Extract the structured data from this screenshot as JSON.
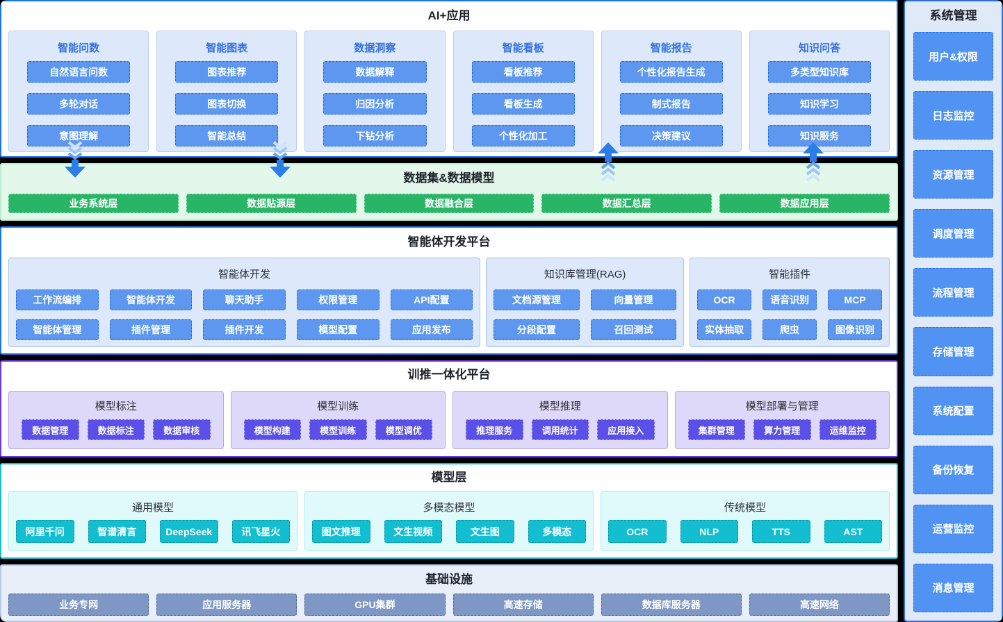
{
  "colors": {
    "accent_blue": "#1b74e8",
    "title_blue": "#3370e0",
    "blue_button": "#5d97f0",
    "blue_button_border": "#2c6cd9",
    "green_bg": "#e3f8eb",
    "green_border": "#b9ecd1",
    "green_button": "#29b566",
    "green_button_border": "#86e0b1",
    "purple_border": "#6a35ee",
    "purple_button": "#5a50e8",
    "purple_button_border": "#b7aff7",
    "teal_button": "#12bed0",
    "teal_button_border": "#0a93a6",
    "slate_button": "#7e97c4",
    "slate_button_border": "#44659c",
    "sidebar_button": "#5193f2",
    "sidebar_button_border": "#1f6fe0",
    "arrow_blue": "#2b7de9"
  },
  "icons": {
    "flow_down": "flow-arrow-down-icon",
    "flow_up": "flow-arrow-up-icon"
  },
  "sections": {
    "ai_apps": {
      "title": "AI+应用",
      "columns": [
        {
          "title": "智能问数",
          "items": [
            "自然语言问数",
            "多轮对话",
            "意图理解"
          ]
        },
        {
          "title": "智能图表",
          "items": [
            "图表推荐",
            "图表切换",
            "智能总结"
          ]
        },
        {
          "title": "数据洞察",
          "items": [
            "数据解释",
            "归因分析",
            "下钻分析"
          ]
        },
        {
          "title": "智能看板",
          "items": [
            "看板推荐",
            "看板生成",
            "个性化加工"
          ]
        },
        {
          "title": "智能报告",
          "items": [
            "个性化报告生成",
            "制式报告",
            "决策建议"
          ]
        },
        {
          "title": "知识问答",
          "items": [
            "多类型知识库",
            "知识学习",
            "知识服务"
          ]
        }
      ]
    },
    "data_layer": {
      "title": "数据集&数据模型",
      "items": [
        "业务系统层",
        "数据贴源层",
        "数据融合层",
        "数据汇总层",
        "数据应用层"
      ]
    },
    "agent_platform": {
      "title": "智能体开发平台",
      "groups": [
        {
          "title": "智能体开发",
          "rows": [
            [
              "工作流编排",
              "智能体开发",
              "聊天助手",
              "权限管理",
              "API配置"
            ],
            [
              "智能体管理",
              "插件管理",
              "插件开发",
              "模型配置",
              "应用发布"
            ]
          ]
        },
        {
          "title": "知识库管理(RAG)",
          "rows": [
            [
              "文档源管理",
              "向量管理"
            ],
            [
              "分段配置",
              "召回测试"
            ]
          ]
        },
        {
          "title": "智能插件",
          "rows": [
            [
              "OCR",
              "语音识别",
              "MCP"
            ],
            [
              "实体抽取",
              "爬虫",
              "图像识别"
            ]
          ]
        }
      ]
    },
    "training_platform": {
      "title": "训推一体化平台",
      "groups": [
        {
          "title": "模型标注",
          "items": [
            "数据管理",
            "数据标注",
            "数据审核"
          ]
        },
        {
          "title": "模型训练",
          "items": [
            "模型构建",
            "模型训练",
            "模型调优"
          ]
        },
        {
          "title": "模型推理",
          "items": [
            "推理服务",
            "调用统计",
            "应用接入"
          ]
        },
        {
          "title": "模型部署与管理",
          "items": [
            "集群管理",
            "算力管理",
            "运维监控"
          ]
        }
      ]
    },
    "model_layer": {
      "title": "模型层",
      "groups": [
        {
          "title": "通用模型",
          "items": [
            "阿里千问",
            "智谱清言",
            "DeepSeek",
            "讯飞星火"
          ]
        },
        {
          "title": "多模态模型",
          "items": [
            "图文推理",
            "文生视频",
            "文生图",
            "多模态"
          ]
        },
        {
          "title": "传统模型",
          "items": [
            "OCR",
            "NLP",
            "TTS",
            "AST"
          ]
        }
      ]
    },
    "infrastructure": {
      "title": "基础设施",
      "items": [
        "业务专网",
        "应用服务器",
        "GPU集群",
        "高速存储",
        "数据库服务器",
        "高速网络"
      ]
    },
    "system_mgmt": {
      "title": "系统管理",
      "items": [
        "用户&权限",
        "日志监控",
        "资源管理",
        "调度管理",
        "流程管理",
        "存储管理",
        "系统配置",
        "备份恢复",
        "运营监控",
        "消息管理"
      ]
    }
  }
}
